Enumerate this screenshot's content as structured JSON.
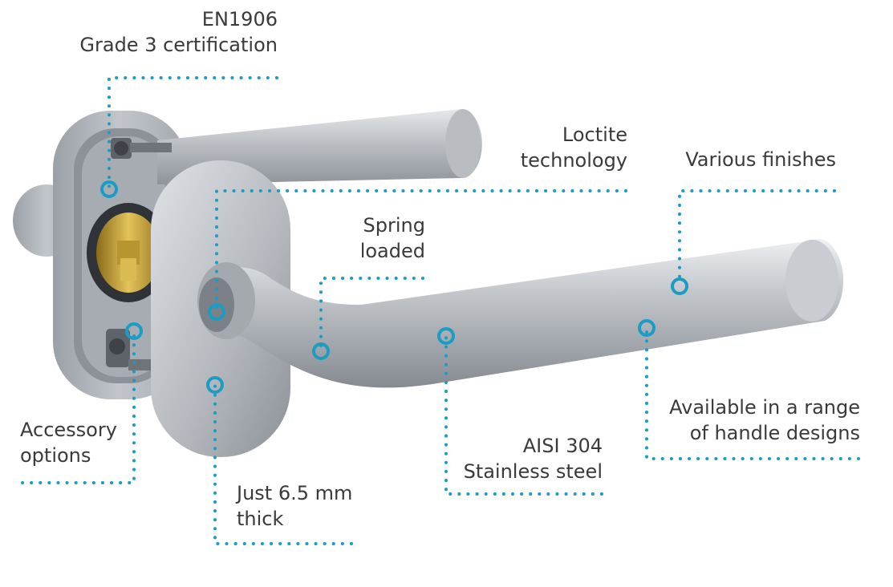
{
  "colors": {
    "accent": "#1b9cc4",
    "text": "#3a3a3a",
    "steel_light": "#d6d8db",
    "steel_mid": "#a9adb2",
    "steel_dark": "#7b8087",
    "brass": "#c9a53a"
  },
  "callouts": {
    "certification": {
      "line1": "EN1906",
      "line2": "Grade 3 certification"
    },
    "loctite": {
      "line1": "Loctite",
      "line2": "technology"
    },
    "finishes": {
      "line1": "Various finishes"
    },
    "spring": {
      "line1": "Spring",
      "line2": "loaded"
    },
    "designs": {
      "line1": "Available in a range",
      "line2": "of handle designs"
    },
    "steel": {
      "line1": "AISI 304",
      "line2": "Stainless steel"
    },
    "thickness": {
      "line1": "Just 6.5 mm",
      "line2": "thick"
    },
    "accessory": {
      "line1": "Accessory",
      "line2": "options"
    }
  }
}
